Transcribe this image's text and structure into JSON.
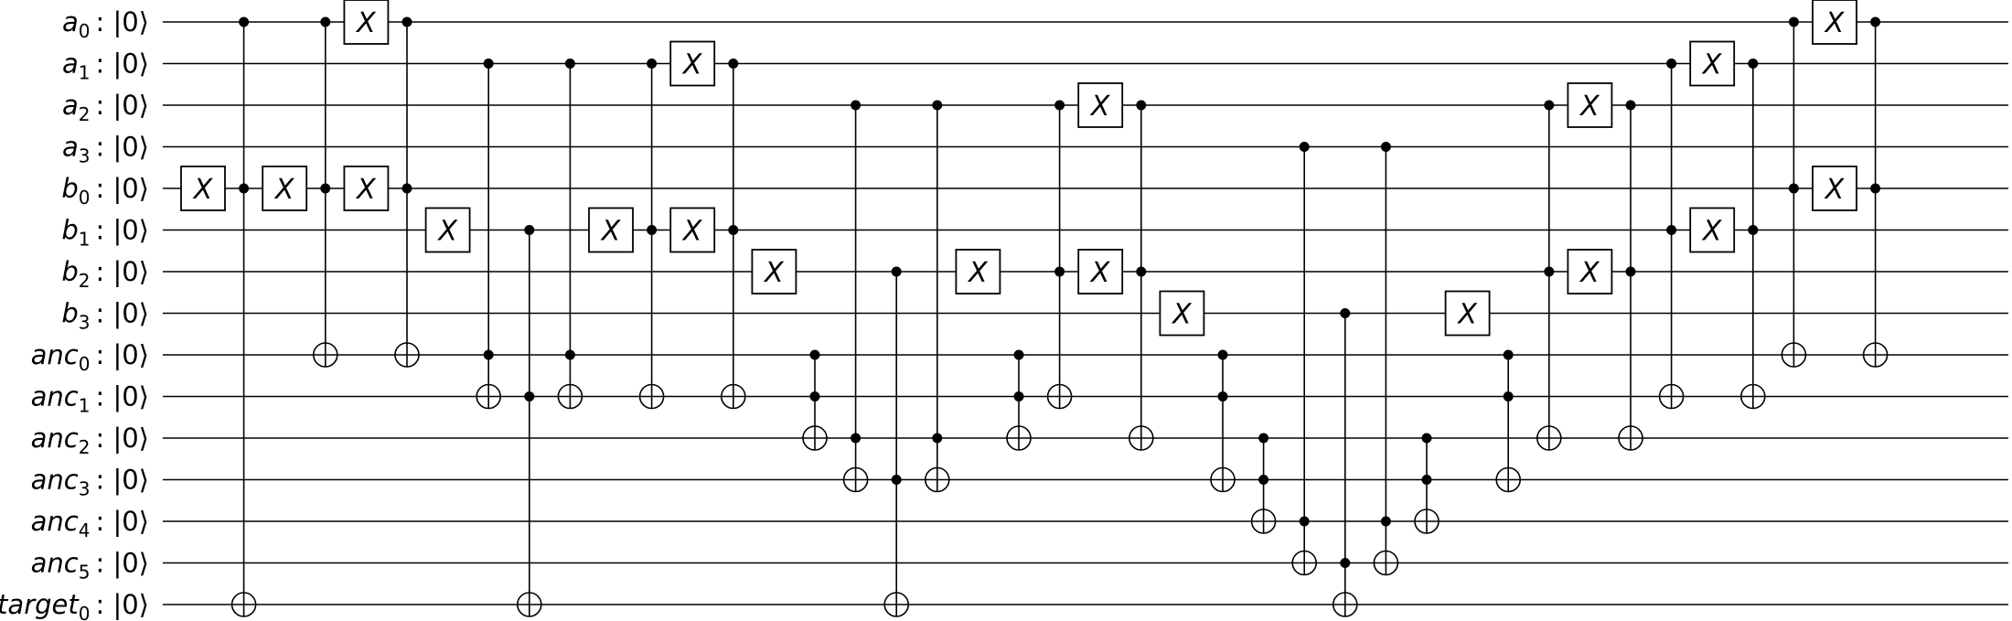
{
  "diagram": {
    "qubits": [
      {
        "base": "a",
        "sub": "0",
        "ket": ": |0⟩"
      },
      {
        "base": "a",
        "sub": "1",
        "ket": ": |0⟩"
      },
      {
        "base": "a",
        "sub": "2",
        "ket": ": |0⟩"
      },
      {
        "base": "a",
        "sub": "3",
        "ket": ": |0⟩"
      },
      {
        "base": "b",
        "sub": "0",
        "ket": ": |0⟩"
      },
      {
        "base": "b",
        "sub": "1",
        "ket": ": |0⟩"
      },
      {
        "base": "b",
        "sub": "2",
        "ket": ": |0⟩"
      },
      {
        "base": "b",
        "sub": "3",
        "ket": ": |0⟩"
      },
      {
        "base": "anc",
        "sub": "0",
        "ket": ": |0⟩"
      },
      {
        "base": "anc",
        "sub": "1",
        "ket": ": |0⟩"
      },
      {
        "base": "anc",
        "sub": "2",
        "ket": ": |0⟩"
      },
      {
        "base": "anc",
        "sub": "3",
        "ket": ": |0⟩"
      },
      {
        "base": "anc",
        "sub": "4",
        "ket": ": |0⟩"
      },
      {
        "base": "anc",
        "sub": "5",
        "ket": ": |0⟩"
      },
      {
        "base": "target",
        "sub": "0",
        "ket": ": |0⟩"
      }
    ],
    "x_gate_label": "X",
    "columns": [
      {
        "gates": [
          {
            "type": "x",
            "wire": 4
          }
        ]
      },
      {
        "gates": [
          {
            "type": "ccx",
            "controls": [
              0,
              4
            ],
            "target": 14
          }
        ]
      },
      {
        "gates": [
          {
            "type": "x",
            "wire": 4
          }
        ]
      },
      {
        "gates": [
          {
            "type": "ccx",
            "controls": [
              0,
              4
            ],
            "target": 8
          }
        ]
      },
      {
        "gates": [
          {
            "type": "x",
            "wire": 0
          },
          {
            "type": "x",
            "wire": 4
          }
        ]
      },
      {
        "gates": [
          {
            "type": "ccx",
            "controls": [
              0,
              4
            ],
            "target": 8
          }
        ]
      },
      {
        "gates": [
          {
            "type": "x",
            "wire": 5
          }
        ]
      },
      {
        "gates": [
          {
            "type": "ccx",
            "controls": [
              1,
              8
            ],
            "target": 9
          }
        ]
      },
      {
        "gates": [
          {
            "type": "ccx",
            "controls": [
              5,
              9
            ],
            "target": 14
          }
        ]
      },
      {
        "gates": [
          {
            "type": "ccx",
            "controls": [
              1,
              8
            ],
            "target": 9
          }
        ]
      },
      {
        "gates": [
          {
            "type": "x",
            "wire": 5
          }
        ]
      },
      {
        "gates": [
          {
            "type": "ccx",
            "controls": [
              1,
              5
            ],
            "target": 9
          }
        ]
      },
      {
        "gates": [
          {
            "type": "x",
            "wire": 1
          },
          {
            "type": "x",
            "wire": 5
          }
        ]
      },
      {
        "gates": [
          {
            "type": "ccx",
            "controls": [
              1,
              5
            ],
            "target": 9
          }
        ]
      },
      {
        "gates": [
          {
            "type": "x",
            "wire": 6
          }
        ]
      },
      {
        "gates": [
          {
            "type": "ccx",
            "controls": [
              8,
              9
            ],
            "target": 10
          }
        ]
      },
      {
        "gates": [
          {
            "type": "ccx",
            "controls": [
              2,
              10
            ],
            "target": 11
          }
        ]
      },
      {
        "gates": [
          {
            "type": "ccx",
            "controls": [
              6,
              11
            ],
            "target": 14
          }
        ]
      },
      {
        "gates": [
          {
            "type": "ccx",
            "controls": [
              2,
              10
            ],
            "target": 11
          }
        ]
      },
      {
        "gates": [
          {
            "type": "x",
            "wire": 6
          }
        ]
      },
      {
        "gates": [
          {
            "type": "ccx",
            "controls": [
              8,
              9
            ],
            "target": 10
          }
        ]
      },
      {
        "gates": [
          {
            "type": "ccx",
            "controls": [
              2,
              6
            ],
            "target": 9
          }
        ]
      },
      {
        "gates": [
          {
            "type": "x",
            "wire": 2
          },
          {
            "type": "x",
            "wire": 6
          }
        ]
      },
      {
        "gates": [
          {
            "type": "ccx",
            "controls": [
              2,
              6
            ],
            "target": 10
          }
        ]
      },
      {
        "gates": [
          {
            "type": "x",
            "wire": 7
          }
        ]
      },
      {
        "gates": [
          {
            "type": "ccx",
            "controls": [
              8,
              9
            ],
            "target": 11
          }
        ]
      },
      {
        "gates": [
          {
            "type": "ccx",
            "controls": [
              10,
              11
            ],
            "target": 12
          }
        ]
      },
      {
        "gates": [
          {
            "type": "ccx",
            "controls": [
              3,
              12
            ],
            "target": 13
          }
        ]
      },
      {
        "gates": [
          {
            "type": "ccx",
            "controls": [
              7,
              13
            ],
            "target": 14
          }
        ]
      },
      {
        "gates": [
          {
            "type": "ccx",
            "controls": [
              3,
              12
            ],
            "target": 13
          }
        ]
      },
      {
        "gates": [
          {
            "type": "ccx",
            "controls": [
              10,
              11
            ],
            "target": 12
          }
        ]
      },
      {
        "gates": [
          {
            "type": "x",
            "wire": 7
          }
        ]
      },
      {
        "gates": [
          {
            "type": "ccx",
            "controls": [
              8,
              9
            ],
            "target": 11
          }
        ]
      },
      {
        "gates": [
          {
            "type": "ccx",
            "controls": [
              2,
              6
            ],
            "target": 10
          }
        ]
      },
      {
        "gates": [
          {
            "type": "x",
            "wire": 2
          },
          {
            "type": "x",
            "wire": 6
          }
        ]
      },
      {
        "gates": [
          {
            "type": "ccx",
            "controls": [
              2,
              6
            ],
            "target": 10
          }
        ]
      },
      {
        "gates": [
          {
            "type": "ccx",
            "controls": [
              1,
              5
            ],
            "target": 9
          }
        ]
      },
      {
        "gates": [
          {
            "type": "x",
            "wire": 1
          },
          {
            "type": "x",
            "wire": 5
          }
        ]
      },
      {
        "gates": [
          {
            "type": "ccx",
            "controls": [
              1,
              5
            ],
            "target": 9
          }
        ]
      },
      {
        "gates": [
          {
            "type": "ccx",
            "controls": [
              0,
              4
            ],
            "target": 8
          }
        ]
      },
      {
        "gates": [
          {
            "type": "x",
            "wire": 0
          },
          {
            "type": "x",
            "wire": 4
          }
        ]
      },
      {
        "gates": [
          {
            "type": "ccx",
            "controls": [
              0,
              4
            ],
            "target": 8
          }
        ]
      }
    ]
  }
}
